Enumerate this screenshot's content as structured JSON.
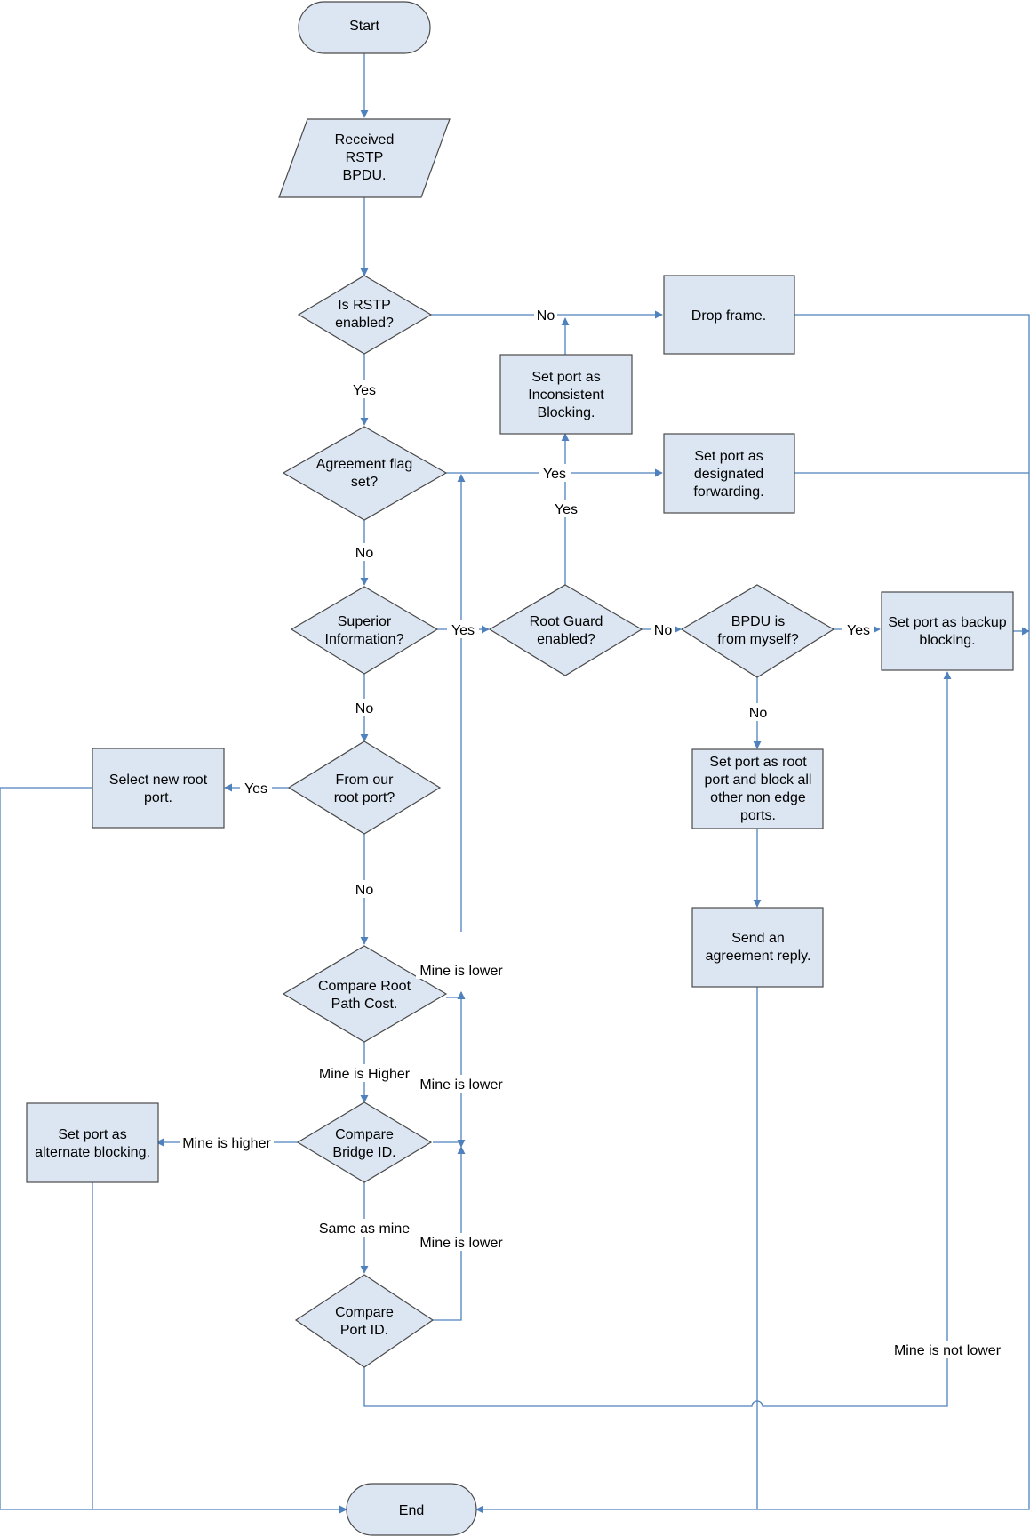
{
  "nodes": {
    "start": [
      "Start"
    ],
    "received": [
      "Received",
      "RSTP",
      "BPDU."
    ],
    "rstp_enabled": [
      "Is RSTP",
      "enabled?"
    ],
    "drop_frame": [
      "Drop frame."
    ],
    "inconsistent": [
      "Set port as",
      "Inconsistent",
      "Blocking."
    ],
    "agreement_flag": [
      "Agreement flag",
      "set?"
    ],
    "designated_fwd": [
      "Set port as",
      "designated",
      "forwarding."
    ],
    "superior_info": [
      "Superior",
      "Information?"
    ],
    "root_guard": [
      "Root Guard",
      "enabled?"
    ],
    "from_myself": [
      "BPDU is",
      "from myself?"
    ],
    "backup_blocking": [
      "Set port as backup",
      "blocking."
    ],
    "from_root_port": [
      "From our",
      "root port?"
    ],
    "select_root": [
      "Select new root",
      "port."
    ],
    "set_root_port": [
      "Set port as root",
      "port and block all",
      "other non edge",
      "ports."
    ],
    "send_agreement": [
      "Send an",
      "agreement reply."
    ],
    "compare_cost": [
      "Compare Root",
      "Path Cost."
    ],
    "compare_bridge": [
      "Compare",
      "Bridge ID."
    ],
    "alternate_blocking": [
      "Set port as",
      "alternate blocking."
    ],
    "compare_port": [
      "Compare",
      "Port ID."
    ],
    "end": [
      "End"
    ]
  },
  "edge_labels": {
    "rstp_no": "No",
    "rstp_yes": "Yes",
    "agree_yes": "Yes",
    "agree_no": "No",
    "superior_yes": "Yes",
    "superior_no": "No",
    "rootguard_yes": "Yes",
    "rootguard_no": "No",
    "myself_yes": "Yes",
    "myself_no": "No",
    "rootport_yes": "Yes",
    "rootport_no": "No",
    "cost_lower": "Mine is lower",
    "cost_higher": "Mine is Higher",
    "bridge_lower": "Mine is lower",
    "bridge_higher": "Mine is higher",
    "bridge_same": "Same as mine",
    "port_lower": "Mine is lower",
    "port_not_lower": "Mine is not lower"
  },
  "colors": {
    "shape_fill": "#dce6f2",
    "shape_stroke": "#4a4a4a",
    "connector": "#4f81bd"
  }
}
